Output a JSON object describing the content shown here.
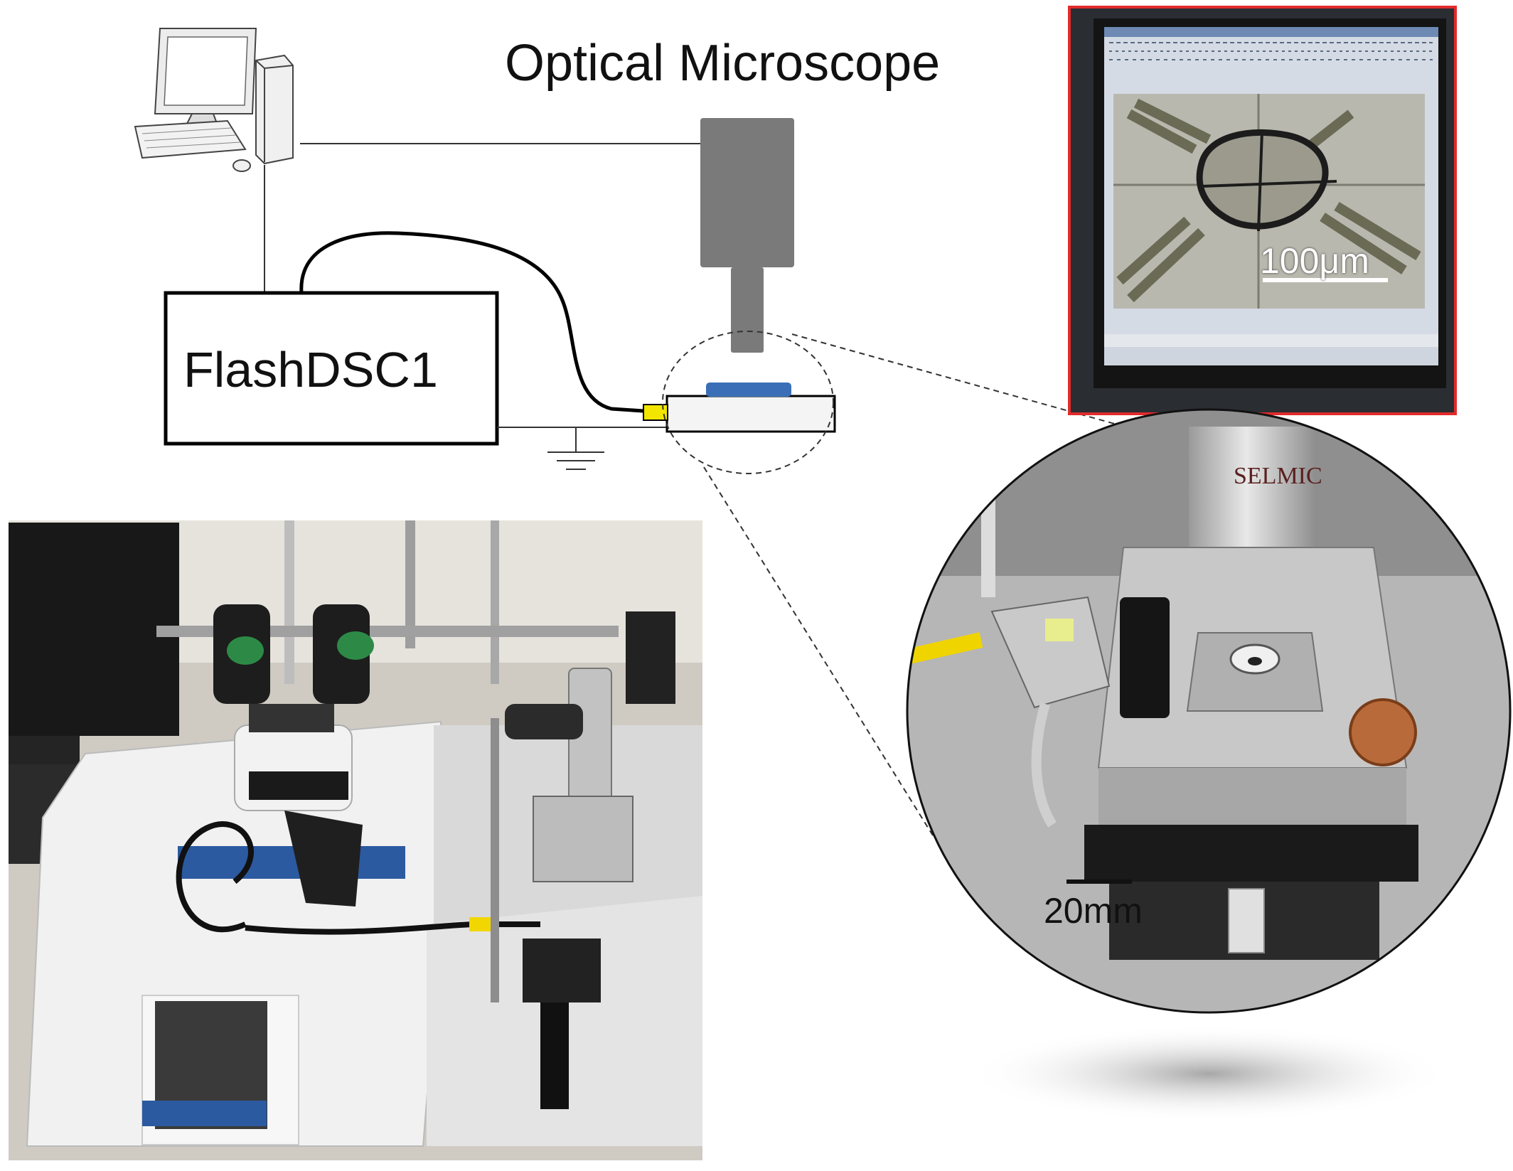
{
  "diagram": {
    "microscope_label": "Optical Microscope",
    "instrument_label": "FlashDSC1",
    "screen_scale_label": "100μm",
    "stage_scale_label": "20mm"
  },
  "icons": {
    "computer": "desktop-computer-icon",
    "ground": "ground-symbol-icon",
    "microscope": "microscope-body-icon",
    "sensor": "sensor-chip-icon"
  },
  "colors": {
    "line": "#111111",
    "microscope_gray": "#7a7a7a",
    "sensor_blue": "#3a6fb7",
    "connector_yellow": "#f2e600",
    "arrow_red": "#e3171d",
    "dashed": "#333333"
  }
}
